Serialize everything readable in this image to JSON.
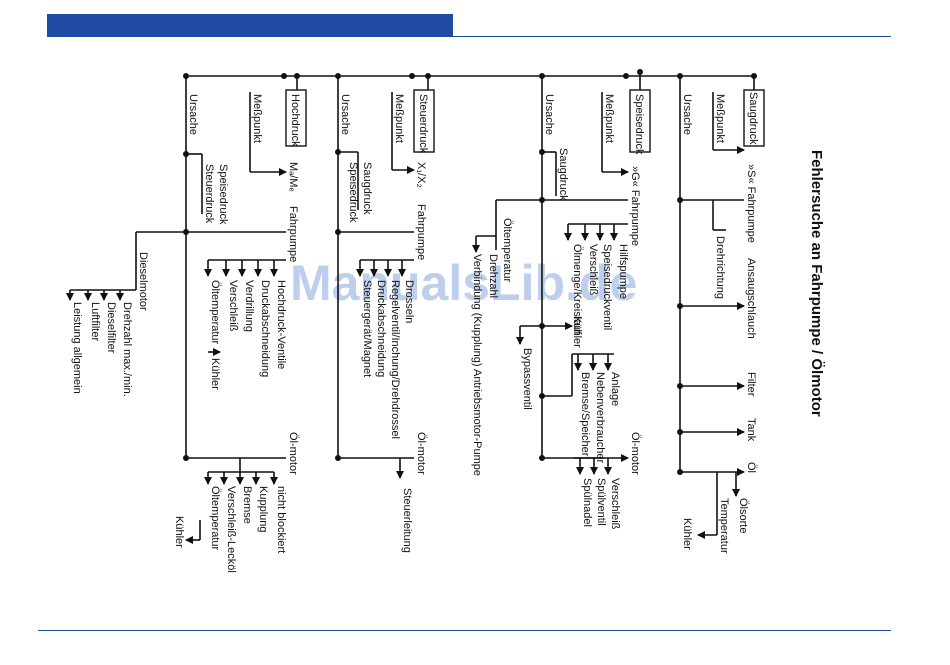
{
  "title": "Fehlersuche an Fahrpumpe / Ölmotor",
  "watermark": "ManualsLib.de",
  "colors": {
    "header_blue": "#1f4ba5",
    "watermark": "#6e95d8"
  },
  "labels": {
    "ursache": "Ursache",
    "messpunkt": "Meßpunkt",
    "saugdruck_box": "Saugdruck",
    "speisedruck_box": "Speisedruck",
    "steuerdruck_box": "Steuerdruck",
    "hochdruck_box": "Hochdruck",
    "s_fahrpumpe": "»S« Fahrpumpe",
    "g_fahrpumpe": "»G« Fahrpumpe",
    "x1x2": "X₁/X₂",
    "mame": "Mₐ/Mₑ",
    "fahrpumpe": "Fahrpumpe",
    "oelmotor": "Öl-motor",
    "ansaugschlauch": "Ansaugschlauch",
    "drehrichtung": "Drehrichtung",
    "filter": "Filter",
    "tank": "Tank",
    "oel": "Öl",
    "oelsorte": "Ölsorte",
    "temperatur": "Temperatur",
    "kuehler": "Kühler",
    "saugdruck": "Saugdruck",
    "oeltemperatur": "Öltemperatur",
    "drehzahl": "Drehzahl",
    "verbindung": "Verbindung (Kupplung) Antriebsmotor-Pumpe",
    "hilfspumpe": "Hilfspumpe",
    "speisedruckventil": "Speisedruckventil",
    "verschleiss": "Verschleiß",
    "oelmenge": "Ölmenge/Kreislauf",
    "bypassventil": "Bypassventil",
    "anlage": "Anlage",
    "nebenverbraucher": "Nebenverbraucher",
    "bremsespeicher": "Bremse/Speicher",
    "spuelventil": "Spülventil",
    "spuelnadel": "Spülnadel",
    "speisedruck": "Speisedruck",
    "drosseln": "Drosseln",
    "regelventil": "Regelventil/Inchung/Drehdrossel",
    "druckabschneidung": "Druckabschneidung",
    "steuergeraet": "Steuergerät/Magnet",
    "steuerleitung": "Steuerleitung",
    "steuerdruck": "Steuerdruck",
    "hochdruckventile": "Hochdruck-Ventile",
    "verdrillung": "Verdrillung",
    "dieselmotor": "Dieselmotor",
    "drehzahl_max": "Drehzahl max./min.",
    "dieselfilter": "Dieselfilter",
    "luftfilter": "Luftfilter",
    "leistung": "Leistung allgemein",
    "nicht_blockiert": "nicht blockiert",
    "kupplung": "Kupplung",
    "bremse": "Bremse",
    "verschleiss_leckoel": "Verschleiß-Lecköl"
  }
}
